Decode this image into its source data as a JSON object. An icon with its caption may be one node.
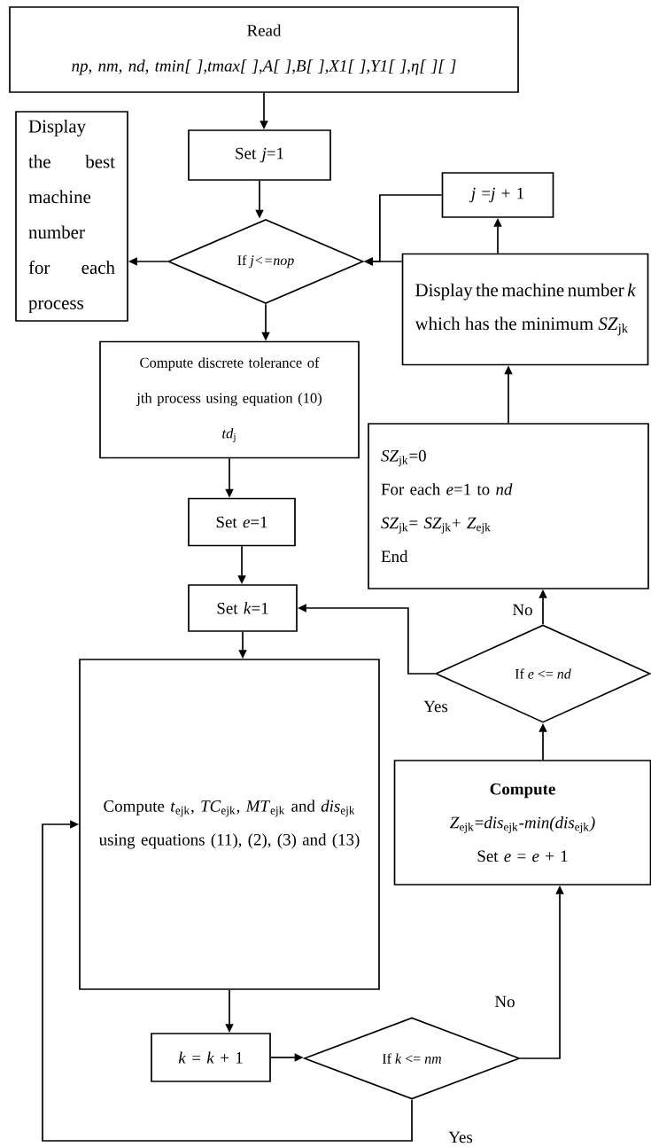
{
  "diagram": {
    "nodes": [
      {
        "text": [
          "Read",
          "np, nm, nd, tmin[ ],tmax[ ],A[ ],B[ ],X1[ ],Y1[ ],η[ ][ ]"
        ]
      },
      {
        "text": [
          "Set *j*=1"
        ]
      },
      {
        "text": [
          "If *j<=nop*"
        ]
      },
      {
        "text": [
          "Display the best machine number for each process"
        ]
      },
      {
        "text": [
          "Compute discrete tolerance of jth process using equation (10)",
          "*td*$_{j}$"
        ]
      },
      {
        "text": [
          "Set *e*=1"
        ]
      },
      {
        "text": [
          "Set *k*=1"
        ]
      },
      {
        "text": [
          "Compute *t*$_{ejk}$, *TC*$_{ejk}$, *MT*$_{ejk}$ and *dis*$_{ejk}$ using equations (11), (2), (3) and (13)"
        ]
      },
      {
        "text": [
          "*k* = *k* + 1"
        ]
      },
      {
        "text": [
          "If *k* <= *nm*"
        ]
      },
      {
        "text": [
          "Compute",
          "*Z*$_{ejk}$=*dis*$_{ejk}$-*min(dis*$_{ejk}$*)*",
          "Set *e* = *e* + 1"
        ]
      },
      {
        "text": [
          "If *e* <= *nd*"
        ]
      },
      {
        "text": [
          "*SZ*$_{jk}$=0",
          "For each *e*=1 to *nd*",
          "*SZ*$_{jk}$= *SZ*$_{jk}$+ *Z*$_{ejk}$",
          "End"
        ]
      },
      {
        "text": [
          "Display the machine number *k* which has the minimum *SZ*$_{jk}$"
        ]
      },
      {
        "text": [
          "*j* =*j* + 1"
        ]
      }
    ],
    "edges": [
      {
        "from": 0,
        "to": 1,
        "arrow": "to"
      },
      {
        "from": 1,
        "to": 2,
        "arrow": "to"
      },
      {
        "from": 2,
        "to": 3,
        "arrow": "to"
      },
      {
        "from": 2,
        "to": 4,
        "arrow": "to"
      },
      {
        "from": 4,
        "to": 5,
        "arrow": "to"
      },
      {
        "from": 5,
        "to": 6,
        "arrow": "to"
      },
      {
        "from": 6,
        "to": 7,
        "arrow": "to"
      },
      {
        "from": 7,
        "to": 8,
        "arrow": "to"
      },
      {
        "from": 8,
        "to": 9,
        "arrow": "to"
      },
      {
        "from": 9,
        "to": 10,
        "arrow": "to",
        "label": "No"
      },
      {
        "from": 9,
        "to": 7,
        "arrow": "to",
        "label": "Yes"
      },
      {
        "from": 10,
        "to": 11,
        "arrow": "to"
      },
      {
        "from": 11,
        "to": 6,
        "arrow": "to",
        "label": "Yes"
      },
      {
        "from": 11,
        "to": 12,
        "arrow": "to",
        "label": "No"
      },
      {
        "from": 12,
        "to": 13,
        "arrow": "to"
      },
      {
        "from": 13,
        "to": 14,
        "arrow": "to"
      },
      {
        "from": 13,
        "to": 2,
        "arrow": "to"
      },
      {
        "from": 14,
        "to": 2,
        "arrow": "to"
      }
    ]
  }
}
